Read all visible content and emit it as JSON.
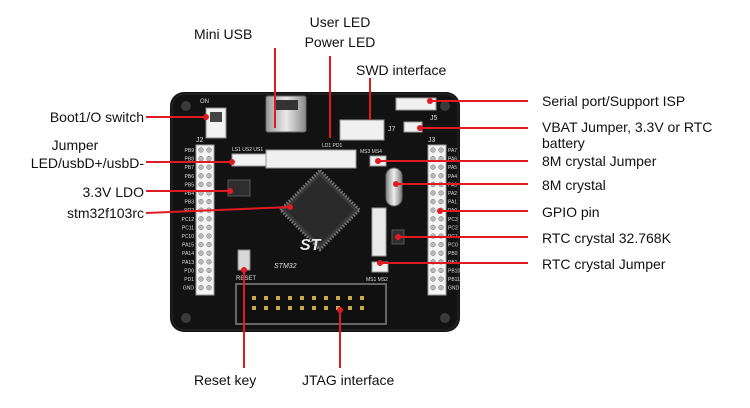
{
  "labels": {
    "mini_usb": "Mini USB",
    "user_led": "User LED",
    "power_led": "Power LED",
    "swd": "SWD interface",
    "boot_switch": "Boot1/O switch",
    "jumper_1": "Jumper",
    "jumper_2": "LED/usbD+/usbD-",
    "ldo": "3.3V LDO",
    "mcu": "stm32f103rc",
    "serial": "Serial port/Support ISP",
    "vbat_1": "VBAT Jumper, 3.3V or RTC",
    "vbat_2": "battery",
    "crystal_jumper": "8M crystal Jumper",
    "crystal": "8M crystal",
    "gpio": "GPIO pin",
    "rtc_crystal": "RTC crystal 32.768K",
    "rtc_jumper": "RTC crystal Jumper",
    "reset": "Reset key",
    "jtag": "JTAG interface"
  },
  "board": {
    "header_left_label": "J2",
    "header_right_label": "J3",
    "j5_label": "J5",
    "j7_label": "J7",
    "boot_label": "ON",
    "chip_marking": "ST",
    "chip_model": "STM32",
    "reset_label": "RESET",
    "usb_label": "LS1 US2 US1",
    "led_label": "LD1 PD1",
    "crystal_jumper_label": "MS3 MS4",
    "rtc_jumper_label": "MS1 MS2",
    "left_pins": [
      "PB9",
      "PB8",
      "PB7",
      "PB6",
      "PB5",
      "PB4",
      "PB3",
      "PD2",
      "PC12",
      "PC11",
      "PC10",
      "PA15",
      "PA14",
      "PA13",
      "PD0",
      "PD1",
      "GND"
    ],
    "right_pins": [
      "PA7",
      "PA6",
      "PA5",
      "PA4",
      "PA3",
      "PA2",
      "PA1",
      "PA0",
      "PC3",
      "PC2",
      "PC1",
      "PC0",
      "PB0",
      "PB1",
      "PB10",
      "PB11",
      "GND"
    ]
  },
  "colors": {
    "board": "#121212",
    "callout_line": "#e01a22",
    "label_text": "#111111"
  }
}
